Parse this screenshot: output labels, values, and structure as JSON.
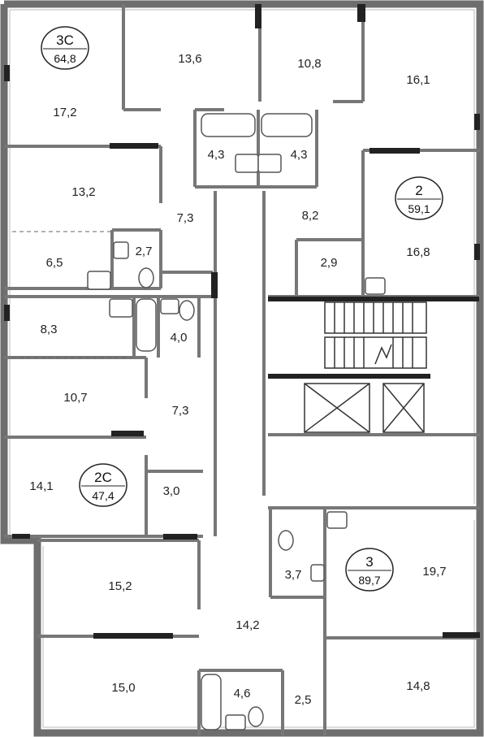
{
  "colors": {
    "outer_wall": "#6e6e6e",
    "inner_wall": "#7a7a7a",
    "window_frame": "#9a9a9a",
    "dark_accent": "#222222",
    "fixture_stroke": "#555555"
  },
  "apartments": [
    {
      "type": "3С",
      "area": "64,8"
    },
    {
      "type": "2",
      "area": "59,1"
    },
    {
      "type": "2С",
      "area": "47,4"
    },
    {
      "type": "3",
      "area": "89,7"
    }
  ],
  "rooms": [
    "17,2",
    "13,6",
    "10,8",
    "16,1",
    "4,3",
    "4,3",
    "13,2",
    "7,3",
    "8,2",
    "6,5",
    "2,7",
    "2,9",
    "16,8",
    "8,3",
    "4,0",
    "10,7",
    "7,3",
    "14,1",
    "3,0",
    "15,2",
    "3,7",
    "19,7",
    "14,2",
    "15,0",
    "4,6",
    "2,5",
    "14,8"
  ]
}
